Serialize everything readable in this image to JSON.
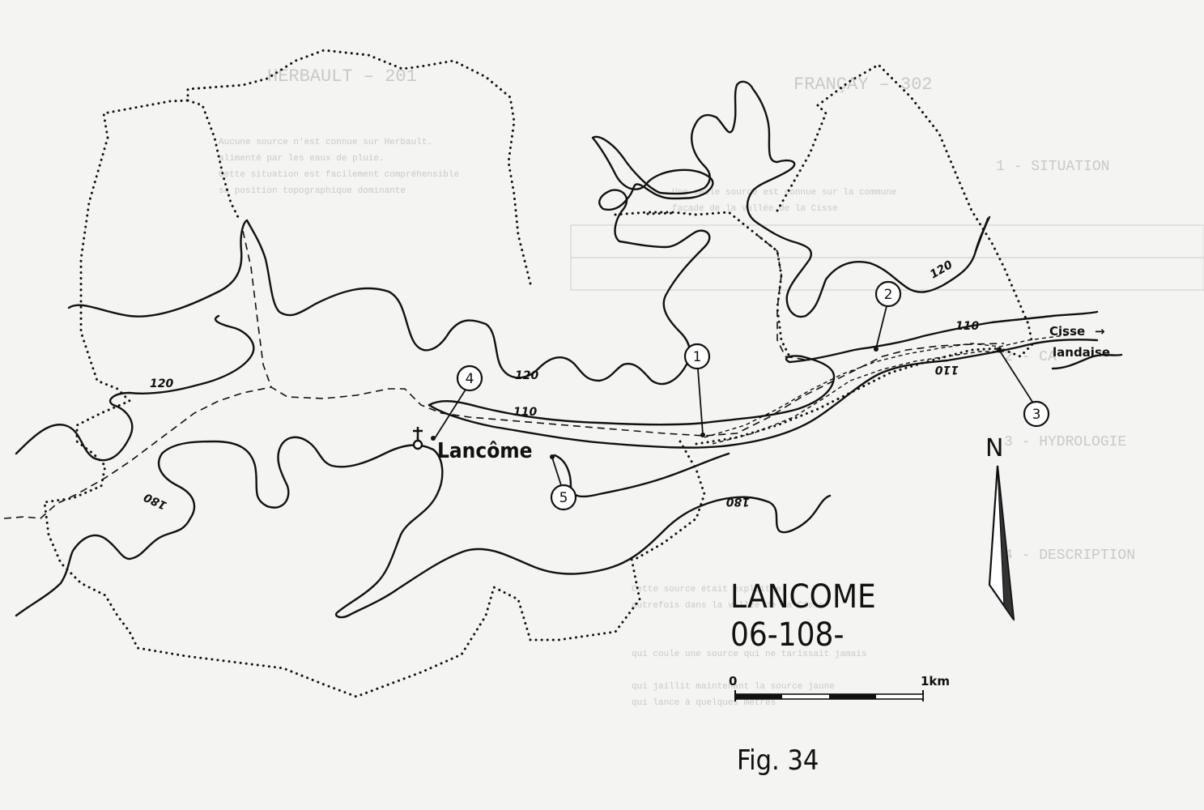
{
  "map": {
    "title": "LANCOME",
    "code": "06-108-",
    "figure_caption": "Fig. 34",
    "place_name": "Lancôme",
    "river_name_line1": "Cisse",
    "river_name_line2": "landaise",
    "river_arrow": "→",
    "north_label": "N",
    "scale": {
      "start": "0",
      "end": "1km"
    },
    "contour_labels": {
      "c120_a": "120",
      "c120_b": "120",
      "c120_c": "120",
      "c110_a": "110",
      "c110_b": "110",
      "c110_c": "110",
      "c180_a": "180",
      "c180_b": "180"
    },
    "markers": [
      "1",
      "2",
      "3",
      "4",
      "5"
    ]
  },
  "colors": {
    "ink": "#111111",
    "paper": "#f4f4f2",
    "bleed_through": "#c9c9c6"
  }
}
